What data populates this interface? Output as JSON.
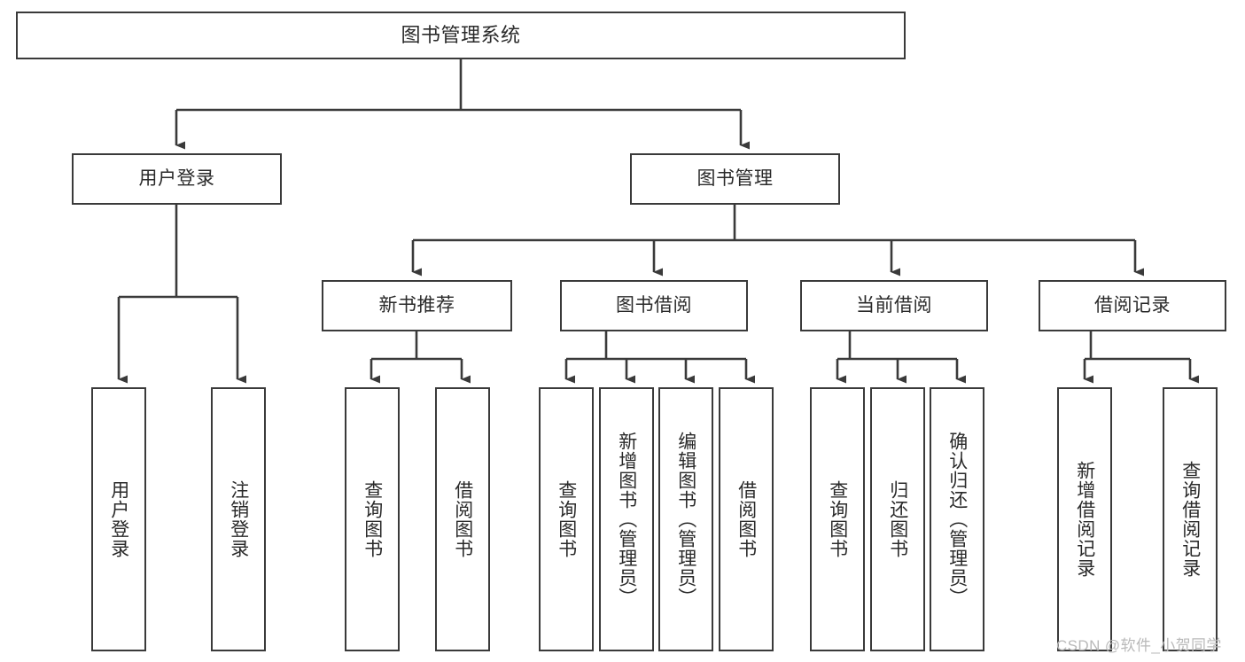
{
  "diagram": {
    "title": "图书管理系统",
    "type": "hierarchy-tree",
    "orientation": "top-down",
    "colors": {
      "box_border": "#3a3a3a",
      "box_fill": "#ffffff",
      "connector": "#3a3a3a",
      "text": "#2a2a2a",
      "watermark": "#b9b9b9",
      "background": "#ffffff"
    },
    "root": {
      "label": "图书管理系统"
    },
    "level2": [
      {
        "label": "用户登录"
      },
      {
        "label": "图书管理"
      }
    ],
    "level3": [
      {
        "label": "新书推荐"
      },
      {
        "label": "图书借阅"
      },
      {
        "label": "当前借阅"
      },
      {
        "label": "借阅记录"
      }
    ],
    "leaves": {
      "user_login": [
        {
          "label": "用户登录"
        },
        {
          "label": "注销登录"
        }
      ],
      "new_book_recommend": [
        {
          "label": "查询图书"
        },
        {
          "label": "借阅图书"
        }
      ],
      "book_borrow": [
        {
          "label": "查询图书"
        },
        {
          "label": "新增图书（管理员）"
        },
        {
          "label": "编辑图书（管理员）"
        },
        {
          "label": "借阅图书"
        }
      ],
      "current_borrow": [
        {
          "label": "查询图书"
        },
        {
          "label": "归还图书"
        },
        {
          "label": "确认归还（管理员）"
        }
      ],
      "borrow_record": [
        {
          "label": "新增借阅记录"
        },
        {
          "label": "查询借阅记录"
        }
      ]
    },
    "watermark": "CSDN @软件_小贺同学"
  }
}
